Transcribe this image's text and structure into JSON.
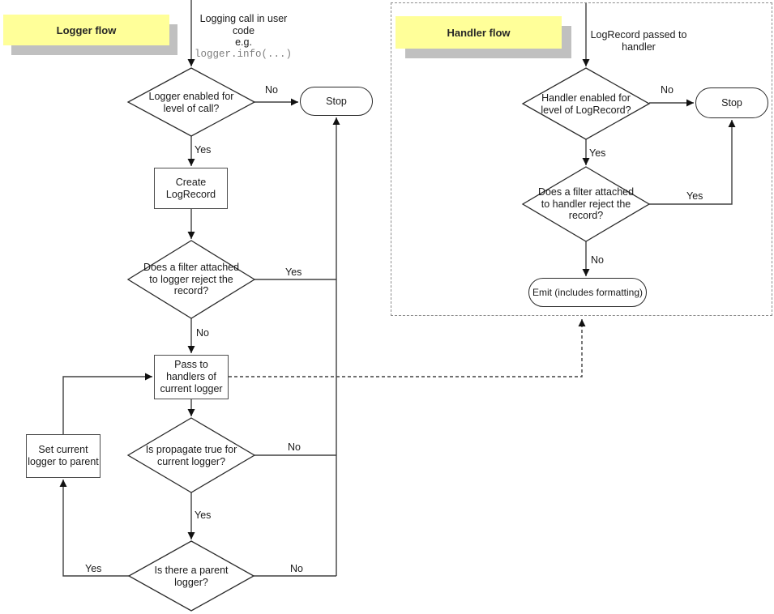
{
  "colors": {
    "flow_label_bg": "#ffff99",
    "flow_label_shadow": "#c0c0c0",
    "line": "#404040",
    "code_text": "#808080",
    "dashed_frame_border": "#8c8c8c"
  },
  "logger_flow": {
    "title": "Logger flow",
    "entry_note": "Logging call in user\ncode\ne.g.",
    "entry_code": "logger.info(...)",
    "decision_level": "Logger enabled for\nlevel of call?",
    "stop_label": "Stop",
    "create_box": "Create\nLogRecord",
    "decision_filter": "Does a filter attached\nto logger reject the\nrecord?",
    "pass_box": "Pass to\nhandlers of\ncurrent logger",
    "decision_propagate": "Is propagate true for\ncurrent logger?",
    "decision_parent": "Is there a parent\nlogger?",
    "set_parent_box": "Set current\nlogger to parent",
    "edges": {
      "level_no": "No",
      "level_yes": "Yes",
      "filter_yes": "Yes",
      "filter_no": "No",
      "propagate_no": "No",
      "propagate_yes": "Yes",
      "parent_yes": "Yes",
      "parent_no": "No"
    }
  },
  "handler_flow": {
    "title": "Handler flow",
    "entry_note": "LogRecord passed to\nhandler",
    "decision_level": "Handler enabled for\nlevel of LogRecord?",
    "stop_label": "Stop",
    "decision_filter": "Does a filter attached\nto handler reject the\nrecord?",
    "emit_label": "Emit (includes formatting)",
    "edges": {
      "level_no": "No",
      "level_yes": "Yes",
      "filter_yes": "Yes",
      "filter_no": "No"
    }
  }
}
